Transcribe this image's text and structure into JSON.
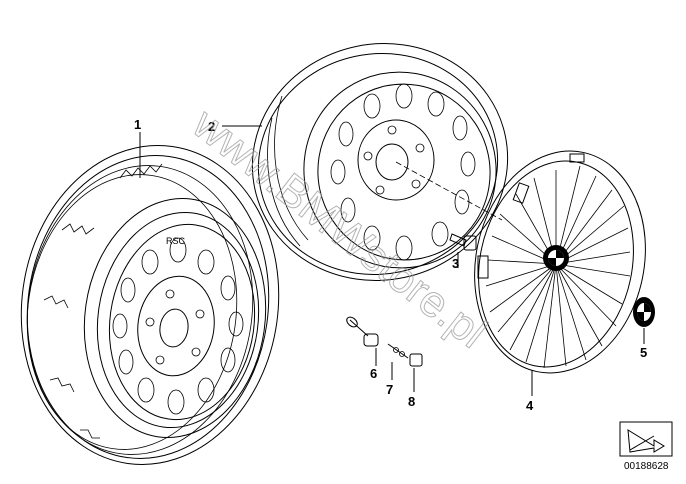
{
  "diagram": {
    "callouts": [
      "1",
      "2",
      "3",
      "4",
      "5",
      "6",
      "7",
      "8"
    ],
    "tire_marking": "RSC",
    "watermark": "www.BMWstore.pl",
    "document_number": "00188628"
  },
  "colors": {
    "ink": "#000000",
    "watermark": "#9a9a9a",
    "background": "#ffffff"
  },
  "icons": [
    "bmw-roundel-icon",
    "navigation-arrow-icon"
  ]
}
